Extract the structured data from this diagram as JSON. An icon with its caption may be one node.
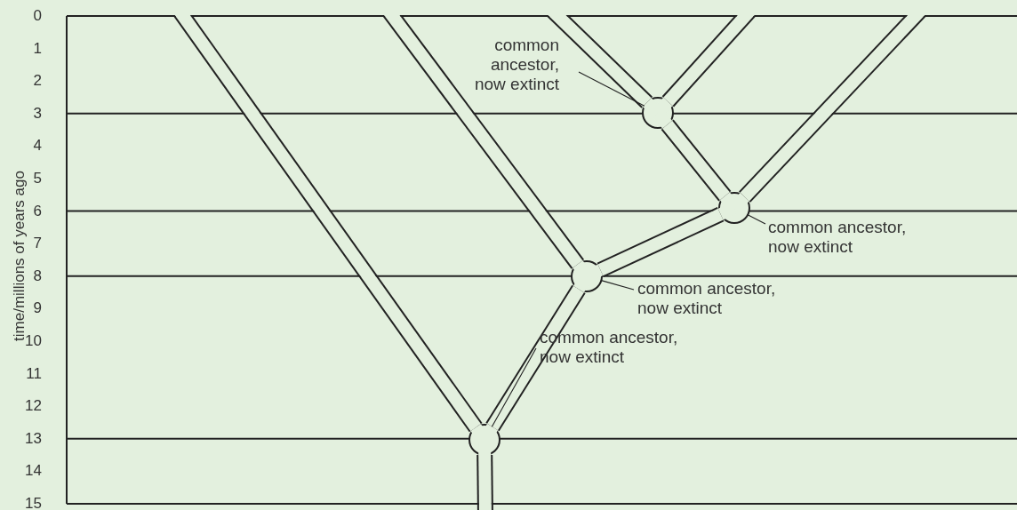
{
  "diagram": {
    "nodes": [
      {
        "text": [
          "common ancestor, now extinct"
        ]
      },
      {
        "text": [],
        "shape": "circle"
      },
      {
        "text": [
          "common ancestor, now extinct"
        ]
      },
      {
        "text": [],
        "shape": "circle"
      },
      {
        "text": [
          "common ancestor, now extinct"
        ]
      },
      {
        "text": [],
        "shape": "circle"
      },
      {
        "text": [
          "common ancestor, now extinct"
        ]
      },
      {
        "text": [],
        "shape": "circle"
      }
    ],
    "edges": [
      {
        "from": 0,
        "to": 1,
        "arrow": "none"
      },
      {
        "from": 2,
        "to": 3,
        "arrow": "none"
      },
      {
        "from": 4,
        "to": 5,
        "arrow": "none"
      },
      {
        "from": 6,
        "to": 7,
        "arrow": "none"
      },
      {
        "from": null,
        "to": 7,
        "arrow": "none"
      },
      {
        "from": 7,
        "to": null,
        "arrow": "none"
      },
      {
        "from": 7,
        "to": 5,
        "arrow": "none"
      },
      {
        "from": 5,
        "to": null,
        "arrow": "none"
      },
      {
        "from": 5,
        "to": 3,
        "arrow": "none"
      },
      {
        "from": 3,
        "to": null,
        "arrow": "none"
      },
      {
        "from": 3,
        "to": 1,
        "arrow": "none"
      },
      {
        "from": 1,
        "to": null,
        "arrow": "none"
      },
      {
        "from": 1,
        "to": null,
        "arrow": "none"
      }
    ],
    "labels": [
      "0",
      "1",
      "2",
      "3",
      "4",
      "5",
      "6",
      "7",
      "8",
      "9",
      "10",
      "11",
      "12",
      "13",
      "14",
      "15",
      "time/millions of years ago"
    ]
  }
}
